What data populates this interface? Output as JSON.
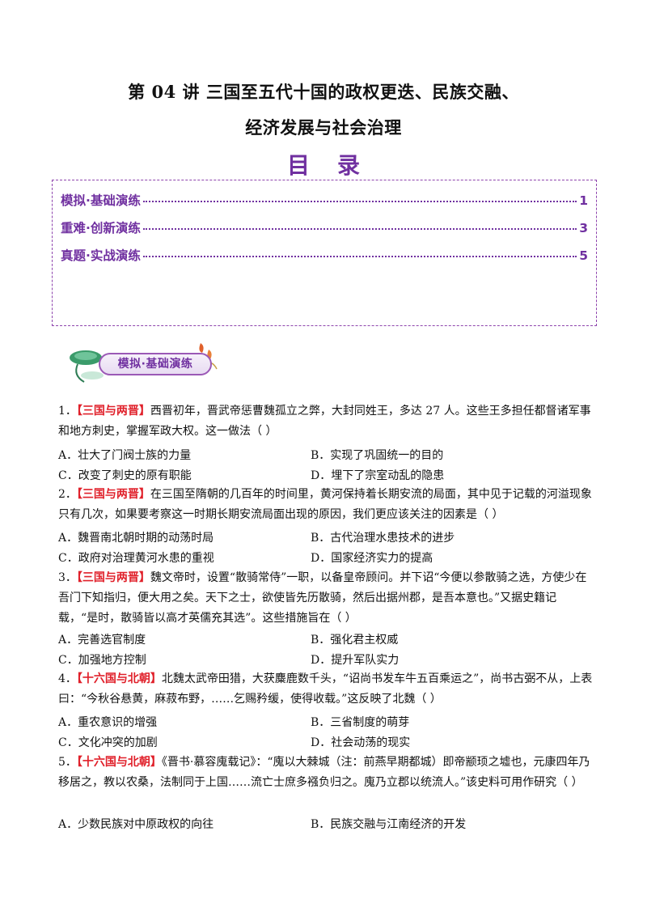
{
  "title": {
    "line1": "第 04 讲  三国至五代十国的政权更迭、民族交融、",
    "line2": "经济发展与社会治理"
  },
  "toc": {
    "heading": "目录",
    "items": [
      {
        "label": "模拟·基础演练",
        "page": "1"
      },
      {
        "label": "重难·创新演练",
        "page": "3"
      },
      {
        "label": "真题·实战演练",
        "page": "5"
      }
    ]
  },
  "section": {
    "banner_label": "模拟·基础演练"
  },
  "questions": [
    {
      "num": "1．",
      "tag": "【三国与两晋】",
      "text": "西晋初年，晋武帝惩曹魏孤立之弊，大封同姓王，多达 27 人。这些王多担任都督诸军事和地方刺史，掌握军政大权。这一做法（        ）",
      "options": [
        "A．壮大了门阀士族的力量",
        "B．实现了巩固统一的目的",
        "C．改变了刺史的原有职能",
        "D．埋下了宗室动乱的隐患"
      ]
    },
    {
      "num": "2．",
      "tag": "【三国与两晋】",
      "text": "在三国至隋朝的几百年的时间里，黄河保持着长期安流的局面，其中见于记载的河溢现象只有几次，如果要考察这一时期长期安流局面出现的原因，我们更应该关注的因素是（        ）",
      "options": [
        "A．魏晋南北朝时期的动荡时局",
        "B．古代治理水患技术的进步",
        "C．政府对治理黄河水患的重视",
        "D．国家经济实力的提高"
      ]
    },
    {
      "num": "3．",
      "tag": "【三国与两晋】",
      "text": "魏文帝时，设置“散骑常侍”一职，以备皇帝顾问。并下诏“今便以参散骑之选，方使少在吾门下知指归，便大用之矣。天下之士，欲使皆先历散骑，然后出据州郡，是吾本意也。”又据史籍记载，“是时，散骑皆以高才英儒充其选”。这些措施旨在（        ）",
      "options": [
        "A．完善选官制度",
        "B．强化君主权威",
        "C．加强地方控制",
        "D．提升军队实力"
      ]
    },
    {
      "num": "4．",
      "tag": "【十六国与北朝】",
      "text": "北魏太武帝田猎，大获麋鹿数千头，“诏尚书发车牛五百乘运之”，尚书古弼不从，上表曰：“今秋谷悬黄，麻菽布野，……乞赐矜缓，使得收载。”这反映了北魏（        ）",
      "options": [
        "A．重农意识的增强",
        "B．三省制度的萌芽",
        "C．文化冲突的加剧",
        "D．社会动荡的现实"
      ]
    },
    {
      "num": "5．",
      "tag": "【十六国与北朝】",
      "text": "《晋书·慕容廆载记》：“廆以大棘城（注：前燕早期都城）即帝颛顼之墟也，元康四年乃移居之，教以农桑，法制同于上国……流亡士庶多襁负归之。廆乃立郡以统流人。”该史料可用作研究（        ）",
      "options": [
        "A．少数民族对中原政权的向往",
        "B．民族交融与江南经济的开发"
      ]
    }
  ]
}
